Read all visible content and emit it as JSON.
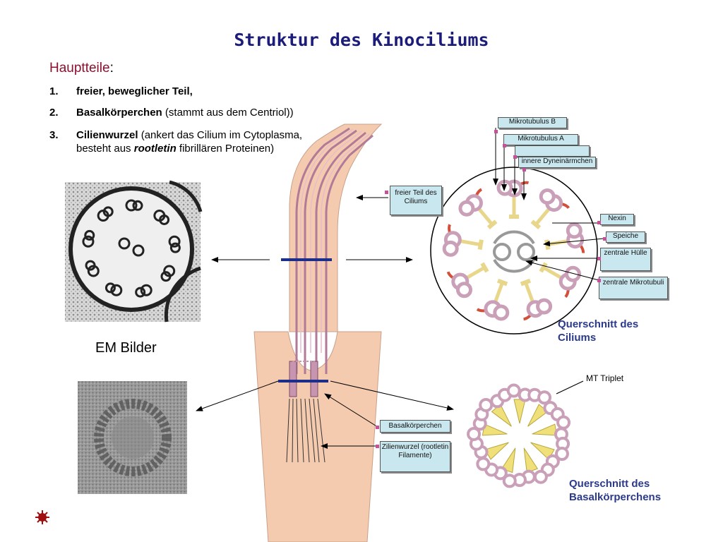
{
  "title": "Struktur des Kinociliums",
  "heading": "Hauptteile",
  "heading_suffix": ":",
  "items": [
    {
      "num": "1.",
      "bold": "freier, beweglicher Teil,",
      "rest": ""
    },
    {
      "num": "2.",
      "bold": "Basalkörperchen",
      "rest": " (stammt aus dem Centriol))"
    },
    {
      "num": "3.",
      "bold": "Cilienwurzel",
      "rest1": " (ankert das Cilium im Cytoplasma,",
      "line2_pre": "besteht aus ",
      "line2_bi": "rootletin",
      "line2_post": " fibrillären Proteinen)"
    }
  ],
  "em_label": "EM Bilder",
  "labels": {
    "mikrotubulus_b": "Mikrotubulus B",
    "mikrotubulus_a": "Mikrotubulus A",
    "innere_dynein": "innere Dyneinärmchen",
    "nexin": "Nexin",
    "speiche": "Speiche",
    "zentrale_huelle": "zentrale Hülle",
    "zentrale_mikrotubuli": "zentrale Mikrotubuli",
    "freier_teil": "freier Teil des Ciliums",
    "basalkoerperchen": "Basalkörperchen",
    "zilienwurzel": "Zilienwurzel (rootletin Filamente)"
  },
  "captions": {
    "querschnitt_cilium": "Querschnitt des Ciliums",
    "querschnitt_basal": "Querschnitt des Basalkörperchens",
    "mt_triplet": "MT Triplet"
  },
  "colors": {
    "title": "#1c1c7a",
    "heading": "#8a1030",
    "caption": "#2b3a8a",
    "label_bg": "#c9e7ee",
    "cilium_fill": "#f5cbb0",
    "microtubule": "#caa0b8",
    "dynein": "#d2503a",
    "spoke": "#e8d78a",
    "band": "#1a2e8a",
    "decor_star": "#a01010"
  }
}
